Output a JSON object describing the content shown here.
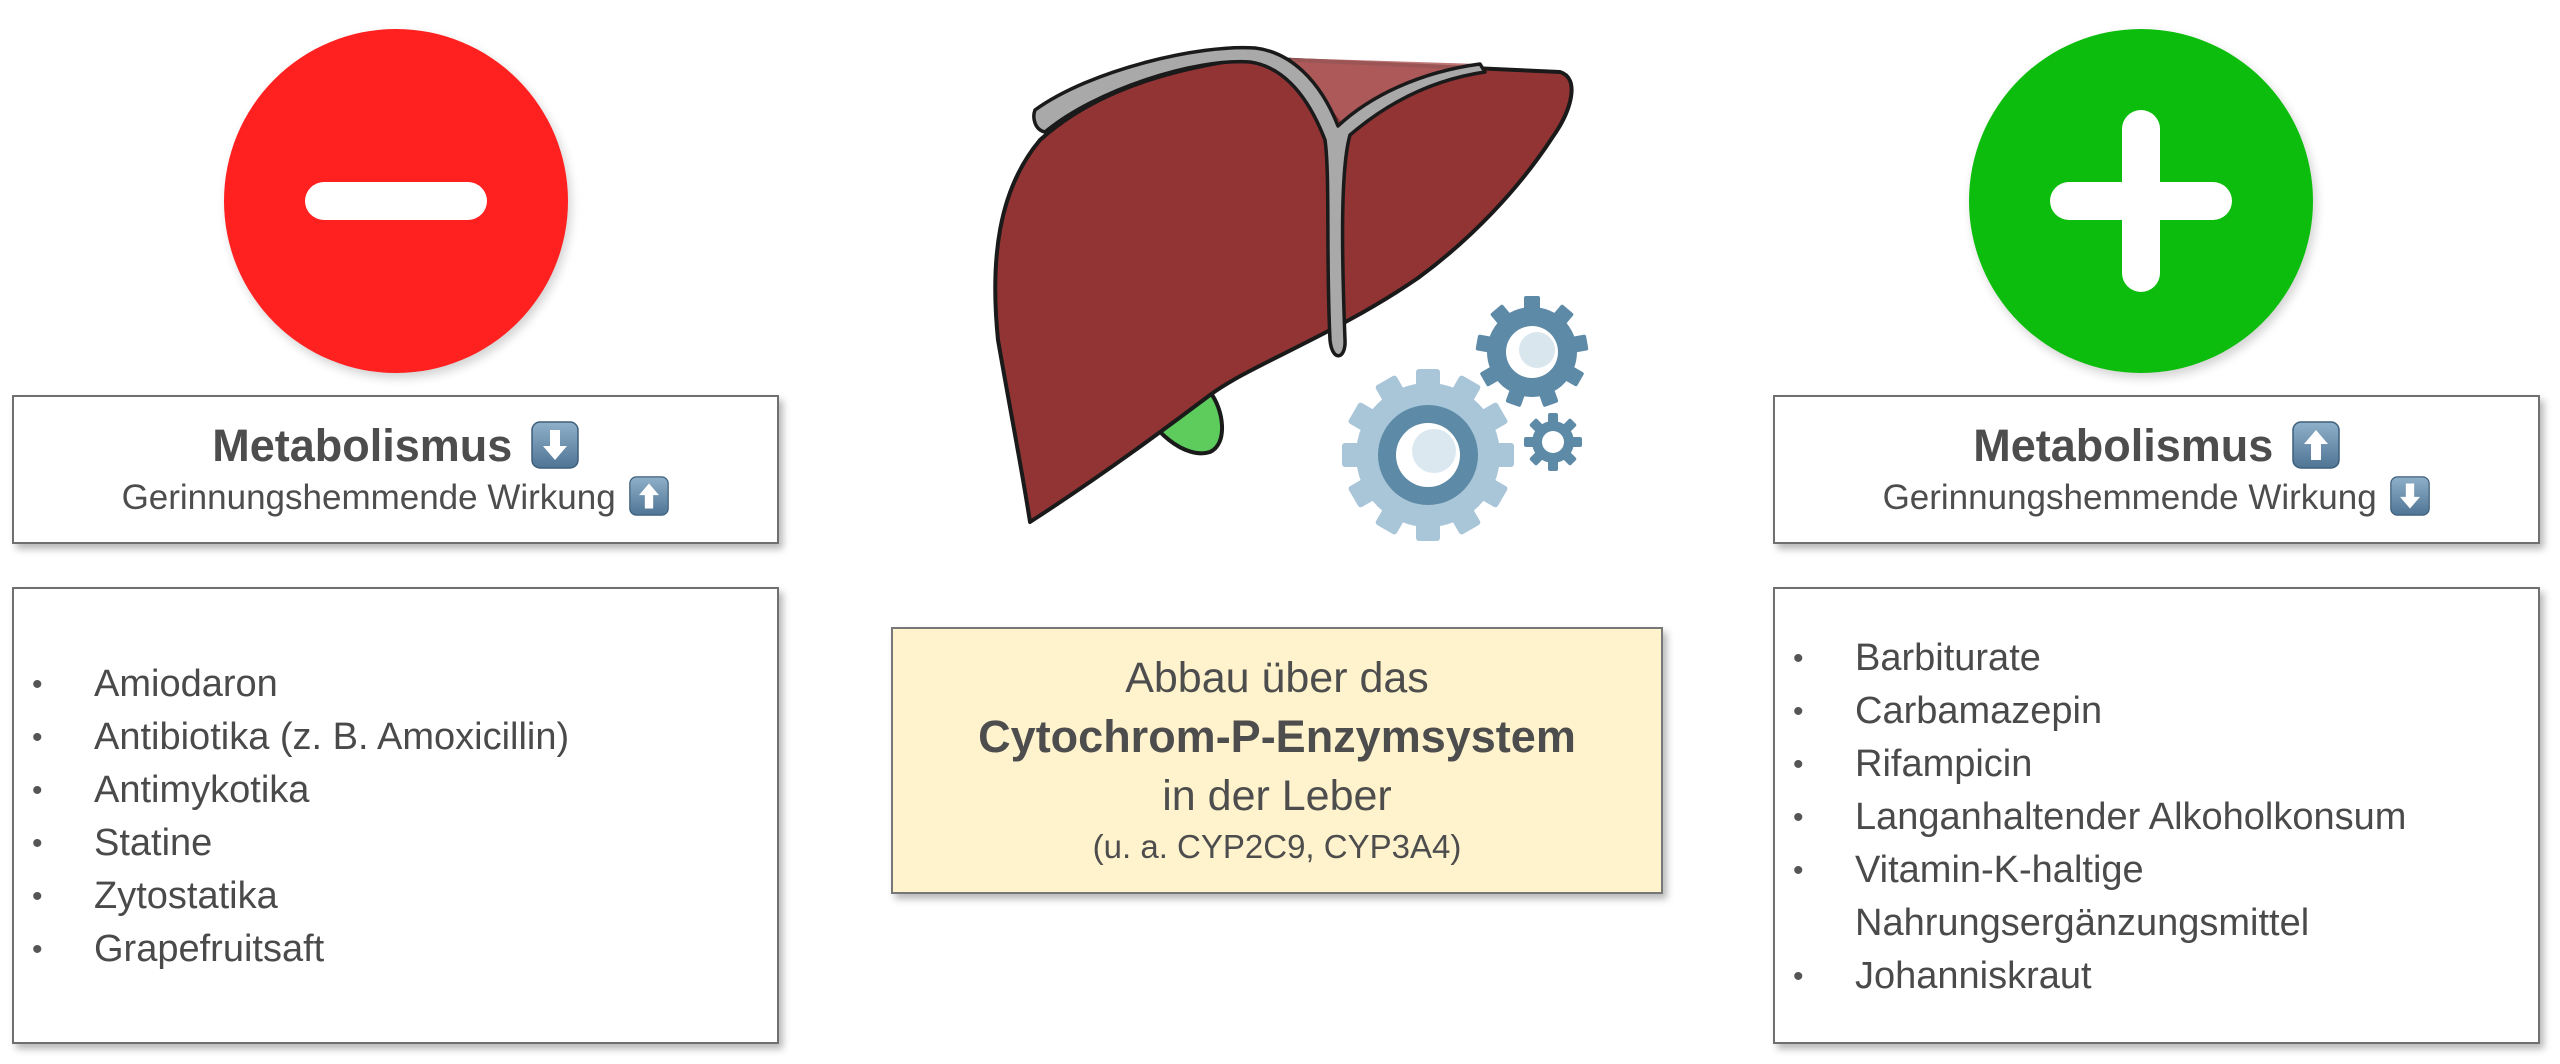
{
  "left_panel": {
    "sign": "minus",
    "sign_color": "#ff2020",
    "title": "Metabolismus",
    "title_arrow": "arrow-down-icon",
    "subtitle": "Gerinnungshemmende Wirkung",
    "subtitle_arrow": "arrow-up-icon",
    "items": [
      "Amiodaron",
      "Antibiotika (z. B. Amoxicillin)",
      "Antimykotika",
      "Statine",
      "Zytostatika",
      "Grapefruitsaft"
    ]
  },
  "center": {
    "line1": "Abbau über das",
    "line2": "Cytochrom-P-Enzymsystem",
    "line3": "in der Leber",
    "line4": "(u. a. CYP2C9, CYP3A4)",
    "box_color": "#fff3cd",
    "liver_color": "#923434",
    "gallbladder_color": "#5dcc5d"
  },
  "right_panel": {
    "sign": "plus",
    "sign_color": "#0dbd0d",
    "title": "Metabolismus",
    "title_arrow": "arrow-up-icon",
    "subtitle": "Gerinnungshemmende Wirkung",
    "subtitle_arrow": "arrow-down-icon",
    "items": [
      "Barbiturate",
      "Carbamazepin",
      "Rifampicin",
      "Langanhaltender Alkoholkonsum",
      "Vitamin-K-haltige",
      "Nahrungsergänzungsmittel",
      "Johanniskraut"
    ]
  }
}
